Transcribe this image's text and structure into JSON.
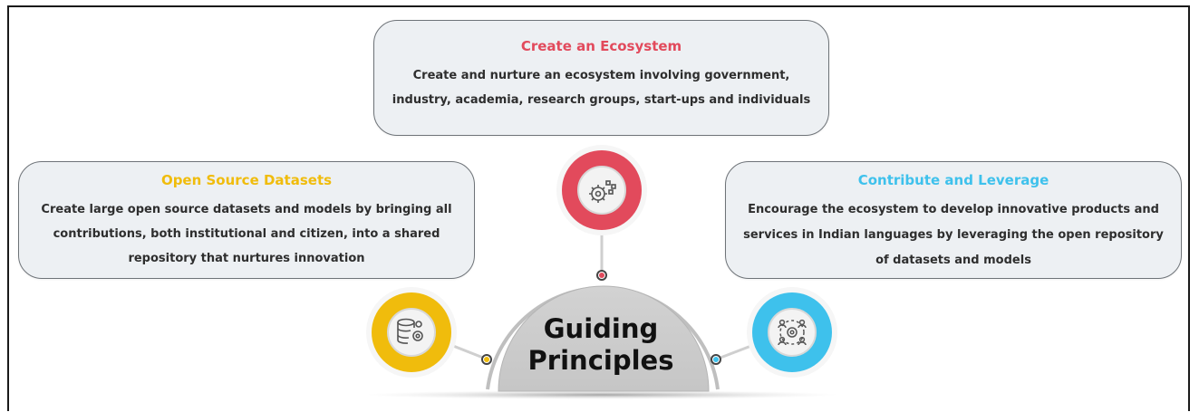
{
  "ecosystem": {
    "title": "Create an Ecosystem",
    "body": "Create and nurture an ecosystem involving government, industry, academia, research groups, start-ups and individuals",
    "color": "#e24a5c",
    "icon": "gears-network-icon"
  },
  "open_source": {
    "title": "Open Source Datasets",
    "body": "Create large open source datasets and models by bringing all contributions, both institutional and citizen, into a shared repository that nurtures innovation",
    "color": "#f0bc0c",
    "icon": "database-gear-icon"
  },
  "contribute": {
    "title": "Contribute and Leverage",
    "body": "Encourage the ecosystem to develop innovative products and services in Indian languages by leveraging the open repository of datasets and models",
    "color": "#3ec1ec",
    "icon": "people-gear-icon"
  },
  "center": {
    "title_line1": "Guiding",
    "title_line2": "Principles"
  }
}
